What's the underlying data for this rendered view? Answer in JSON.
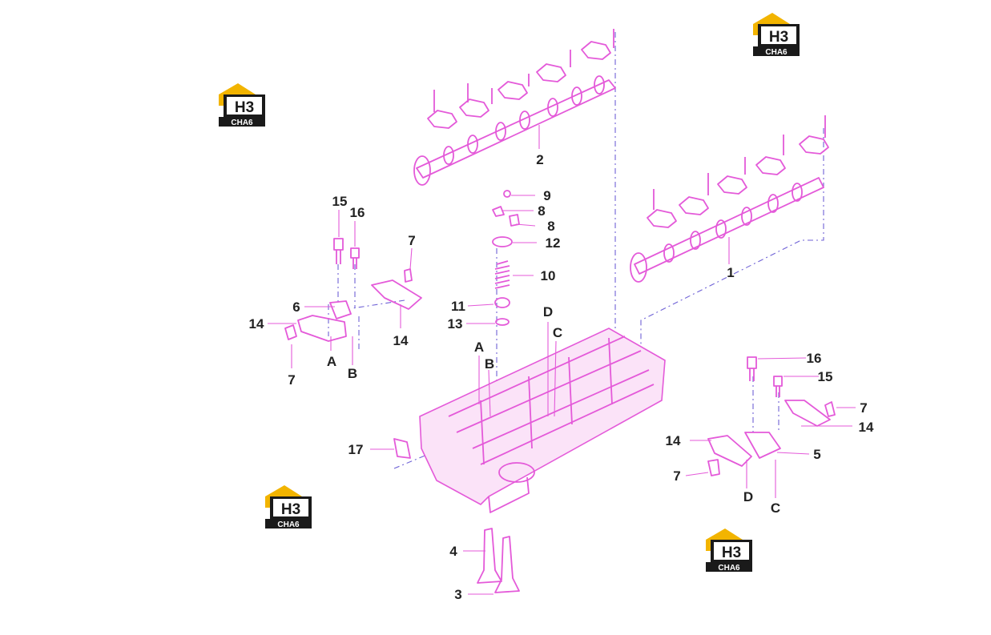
{
  "brand": {
    "logo_main": "H3",
    "logo_sub": "CHA6",
    "colors": {
      "roof": "#f2b400",
      "box": "#1a1a1a",
      "text": "#ffffff",
      "part_outline": "#e45ad9",
      "axis_line": "#6f62d6"
    }
  },
  "callouts": {
    "c1": "1",
    "c2": "2",
    "c3": "3",
    "c4": "4",
    "c5": "5",
    "c6": "6",
    "c7a": "7",
    "c7b": "7",
    "c7c": "7",
    "c7d": "7",
    "c8a": "8",
    "c8b": "8",
    "c9": "9",
    "c10": "10",
    "c11": "11",
    "c12": "12",
    "c13": "13",
    "c14a": "14",
    "c14b": "14",
    "c14c": "14",
    "c14d": "14",
    "c15a": "15",
    "c15b": "15",
    "c16a": "16",
    "c16b": "16",
    "c17": "17",
    "lA1": "A",
    "lB1": "B",
    "lA2": "A",
    "lB2": "B",
    "lC1": "C",
    "lD1": "D",
    "lC2": "C",
    "lD2": "D"
  }
}
